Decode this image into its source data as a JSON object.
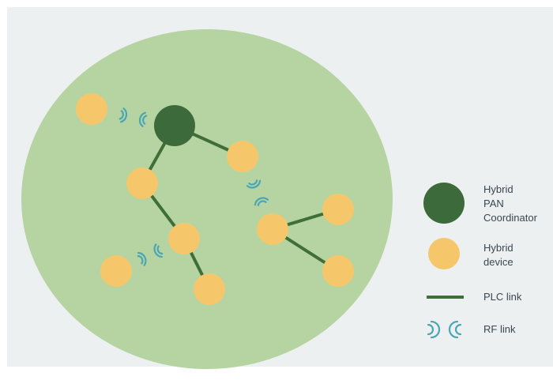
{
  "diagram": {
    "colors": {
      "panel_background": "#edf0f1",
      "network_area": "#b5d4a1",
      "coordinator": "#3c6a3a",
      "device": "#f6c76a",
      "plc_link": "#3f6e38",
      "rf_link": "#4aa6b4"
    },
    "nodes": [
      {
        "id": "coord",
        "kind": "coordinator"
      },
      {
        "id": "d1",
        "kind": "device"
      },
      {
        "id": "d2",
        "kind": "device"
      },
      {
        "id": "d3",
        "kind": "device"
      },
      {
        "id": "d4",
        "kind": "device"
      },
      {
        "id": "d5",
        "kind": "device"
      },
      {
        "id": "d6",
        "kind": "device"
      },
      {
        "id": "d7",
        "kind": "device"
      },
      {
        "id": "d8",
        "kind": "device"
      },
      {
        "id": "d9",
        "kind": "device"
      }
    ],
    "links": [
      {
        "from": "coord",
        "to": "d2",
        "type": "PLC"
      },
      {
        "from": "coord",
        "to": "d3",
        "type": "PLC"
      },
      {
        "from": "d3",
        "to": "d4",
        "type": "PLC"
      },
      {
        "from": "d4",
        "to": "d6",
        "type": "PLC"
      },
      {
        "from": "d7",
        "to": "d8",
        "type": "PLC"
      },
      {
        "from": "d7",
        "to": "d9",
        "type": "PLC"
      },
      {
        "from": "d1",
        "to": "coord",
        "type": "RF"
      },
      {
        "from": "d5",
        "to": "d4",
        "type": "RF"
      },
      {
        "from": "d2",
        "to": "d7",
        "type": "RF"
      }
    ]
  },
  "legend": {
    "coordinator_label": [
      "Hybrid",
      "PAN",
      "Coordinator"
    ],
    "device_label": [
      "Hybrid",
      "device"
    ],
    "plc_label": "PLC link",
    "rf_label": "RF link"
  }
}
